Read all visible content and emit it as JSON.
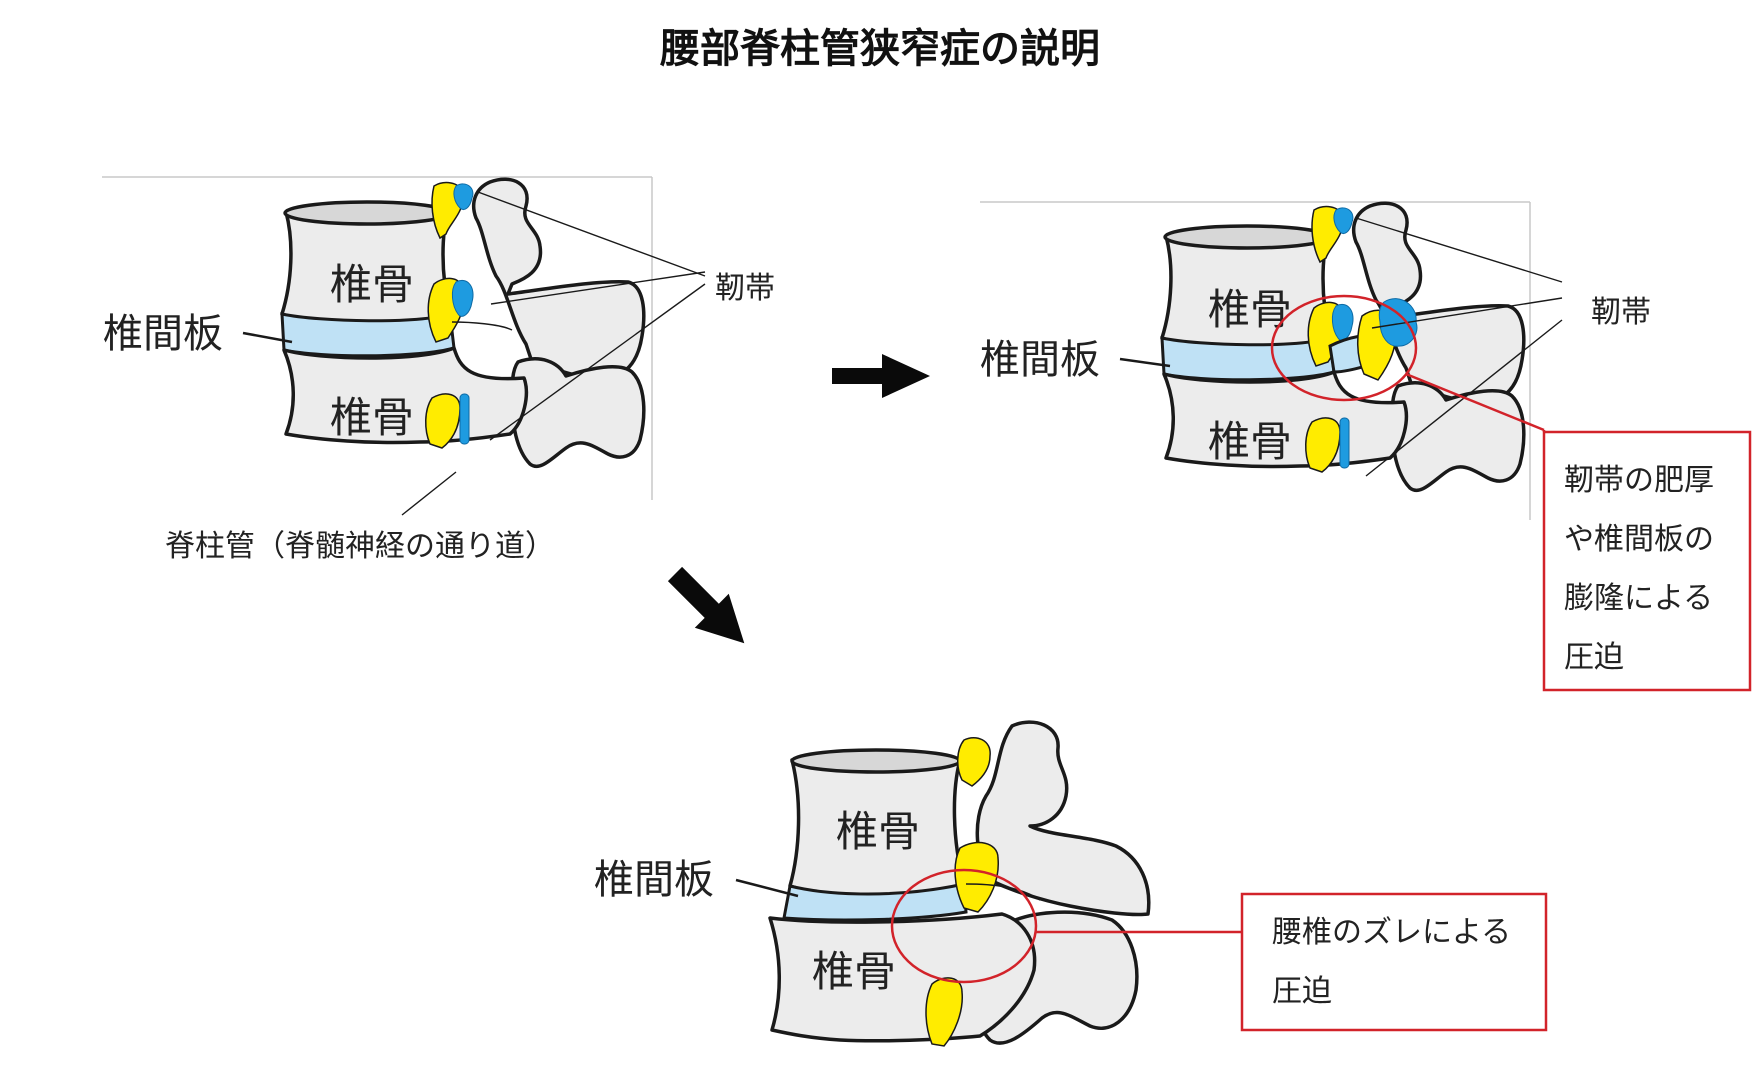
{
  "title": "腰部脊柱管狭窄症の説明",
  "normal": {
    "vertebra_upper": "椎骨",
    "vertebra_lower": "椎骨",
    "disc_label": "椎間板",
    "ligament_label": "靭帯",
    "canal_label": "脊柱管（脊髄神経の通り道）"
  },
  "thickening": {
    "vertebra_upper": "椎骨",
    "vertebra_lower": "椎骨",
    "disc_label": "椎間板",
    "ligament_label": "靭帯",
    "callout_lines": [
      "靭帯の肥厚",
      "や椎間板の",
      "膨隆による",
      "圧迫"
    ]
  },
  "slip": {
    "vertebra_upper": "椎骨",
    "vertebra_lower": "椎骨",
    "disc_label": "椎間板",
    "callout_lines": [
      "腰椎のズレによる",
      "圧迫"
    ]
  },
  "colors": {
    "disc": "#bfe1f5",
    "ligament_yellow": "#ffec00",
    "ligament_blue": "#1e9be0",
    "highlight": "#d2232a",
    "bone": "#ececec"
  }
}
